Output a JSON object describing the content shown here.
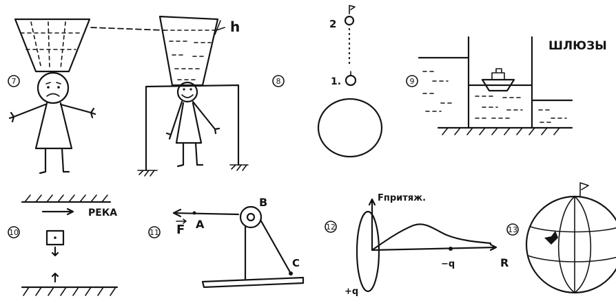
{
  "panel_7": {
    "number": "7",
    "height_label": "h"
  },
  "panel_8": {
    "number": "8",
    "position_2": "2",
    "position_1": "1."
  },
  "panel_9": {
    "number": "9",
    "title": "ШЛЮЗЫ"
  },
  "panel_10": {
    "number": "10",
    "river_label": "РЕКА"
  },
  "panel_11": {
    "number": "11",
    "force_label": "F",
    "point_a": "A",
    "point_b": "B",
    "point_c": "C"
  },
  "panel_12": {
    "number": "12",
    "y_axis_label": "Fпритяж.",
    "x_axis_label": "R",
    "positive_charge": "+q",
    "negative_charge": "−q"
  },
  "panel_13": {
    "number": "13"
  }
}
